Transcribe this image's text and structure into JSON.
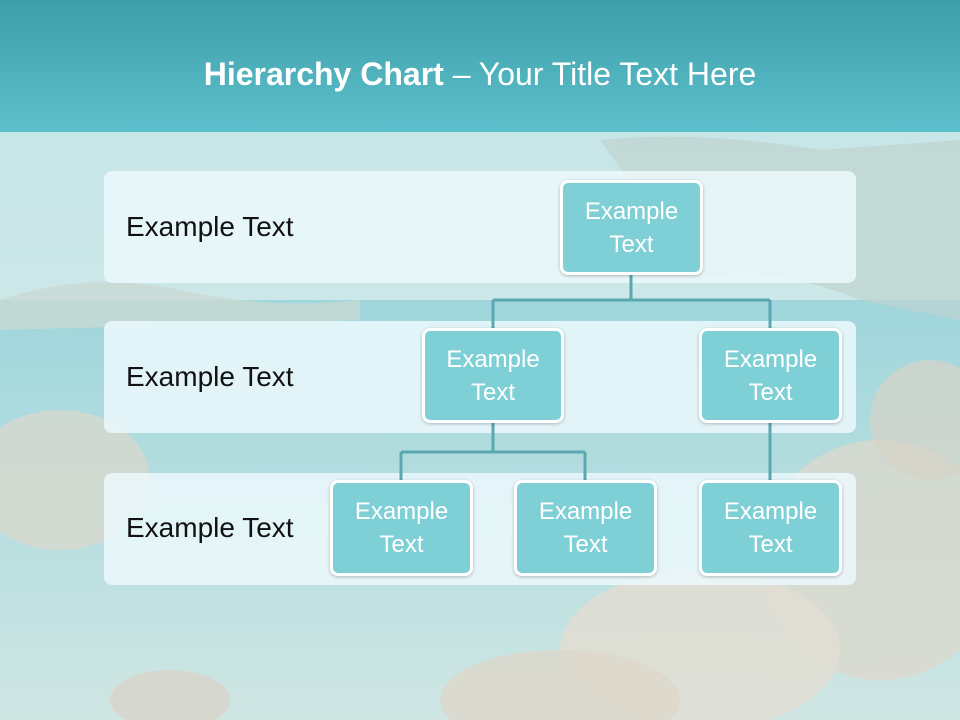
{
  "title": {
    "bold": "Hierarchy Chart",
    "rest": " – Your Title Text Here"
  },
  "levels": [
    {
      "label": "Example Text"
    },
    {
      "label": "Example Text"
    },
    {
      "label": "Example Text"
    }
  ],
  "nodes": {
    "root": {
      "line1": "Example",
      "line2": "Text"
    },
    "mid_a": {
      "line1": "Example",
      "line2": "Text"
    },
    "mid_b": {
      "line1": "Example",
      "line2": "Text"
    },
    "leaf_a1": {
      "line1": "Example",
      "line2": "Text"
    },
    "leaf_a2": {
      "line1": "Example",
      "line2": "Text"
    },
    "leaf_b1": {
      "line1": "Example",
      "line2": "Text"
    }
  },
  "colors": {
    "header": "#4fb7c4",
    "node_fill": "#7fcfd6",
    "connector": "#5aa8b0"
  }
}
